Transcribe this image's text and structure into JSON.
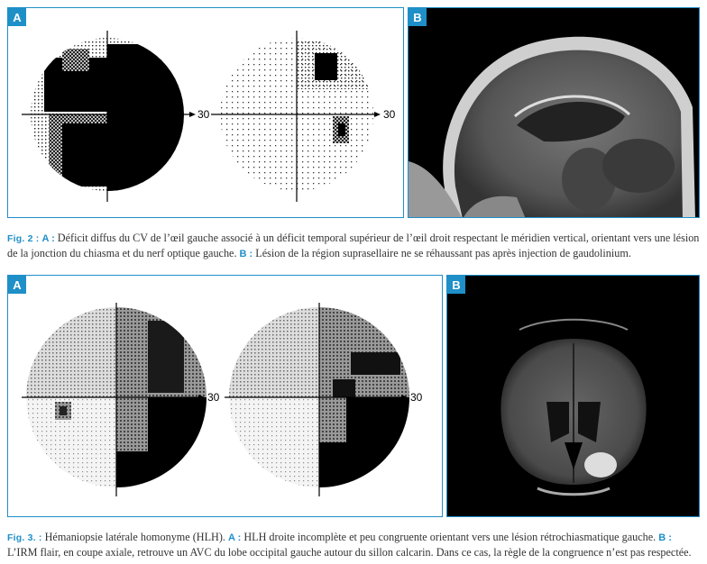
{
  "figure2": {
    "panel_a_tag": "A",
    "panel_b_tag": "B",
    "axis_label_left": "30",
    "axis_label_right": "30",
    "caption": {
      "fig_label": "Fig. 2 :",
      "a_label": "A :",
      "a_text": "Déficit diffus du CV de l’œil gauche associé à un déficit temporal supérieur de l’œil droit respectant le méridien vertical, orientant vers une lésion de la jonction du chiasma et du nerf optique gauche.",
      "b_label": "B :",
      "b_text": "Lésion de la région suprasellaire ne se réhaussant pas après injection de gaudolinium."
    }
  },
  "figure3": {
    "panel_a_tag": "A",
    "panel_b_tag": "B",
    "axis_label_left": "30",
    "axis_label_right": "30",
    "caption": {
      "fig_label": "Fig. 3. :",
      "intro_text": "Hémaniopsie latérale homonyme (HLH).",
      "a_label": "A :",
      "a_text": "HLH droite incomplète et peu congruente orientant vers une lésion rétrochiasmatique gauche.",
      "b_label": "B :",
      "b_text": "L’IRM flair, en coupe axiale, retrouve un AVC du lobe occipital gauche autour du sillon calcarin. Dans ce cas, la règle de la congruence n’est pas respectée."
    }
  },
  "colors": {
    "accent": "#1f8fc8",
    "caption_text": "#333333"
  }
}
